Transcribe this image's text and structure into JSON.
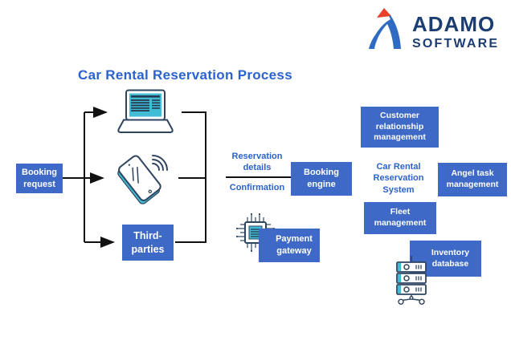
{
  "logo": {
    "name_line1": "ADAMO",
    "name_line2": "SOFTWARE",
    "icon": "adamo-logo-icon"
  },
  "title": "Car Rental Reservation Process",
  "flow": {
    "booking_request": "Booking\nrequest",
    "third_parties": "Third-\nparties",
    "reservation_details": "Reservation\ndetails",
    "confirmation": "Confirmation",
    "booking_engine": "Booking\nengine",
    "payment_gateway": "Payment\ngateway",
    "system_label": "Car Rental\nReservation\nSystem",
    "crm": "Customer\nrelationship\nmanagement",
    "angel_task": "Angel task\nmanagement",
    "fleet": "Fleet\nmanagement",
    "inventory": "Inventory\ndatabase"
  },
  "icons": {
    "laptop": "laptop-icon",
    "smartphone": "smartphone-icon",
    "chip": "payment-chip-icon",
    "server": "database-server-icon",
    "logo": "adamo-logo-icon"
  },
  "colors": {
    "box_blue": "#3E69C6",
    "text_blue": "#2A62CE",
    "logo_navy": "#1C3D72",
    "logo_red": "#E8402A",
    "teal": "#41BCD5",
    "icon_outline": "#2E4460",
    "line_black": "#111111"
  }
}
